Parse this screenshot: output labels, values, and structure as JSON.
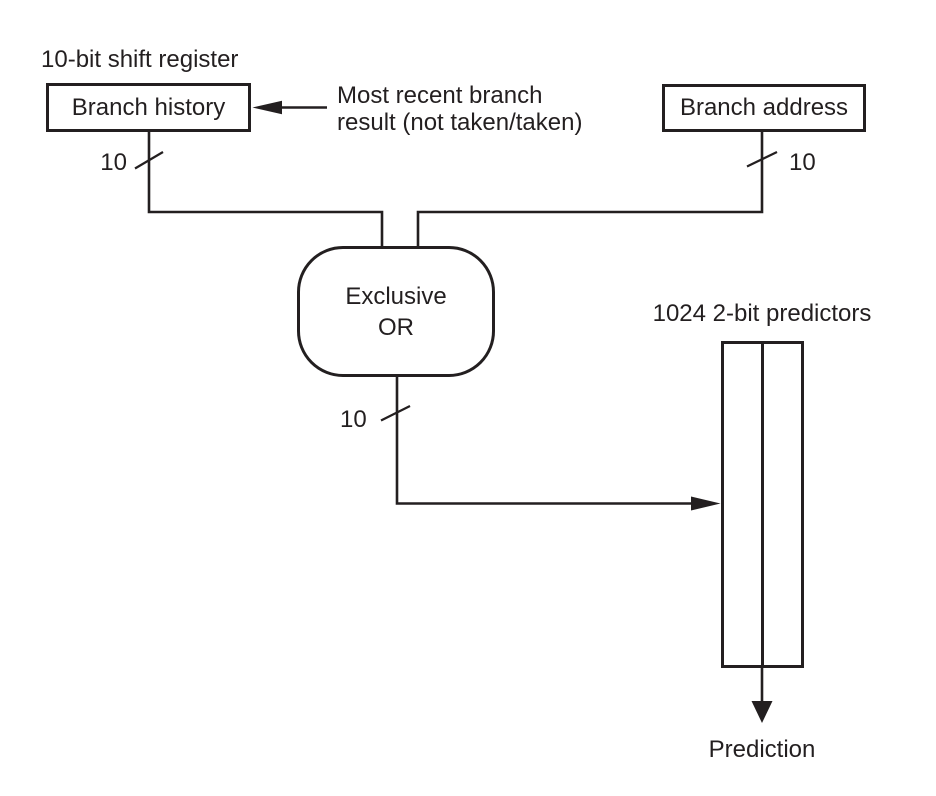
{
  "labels": {
    "shift_register": "10-bit shift register",
    "branch_history": "Branch history",
    "branch_address": "Branch address",
    "most_recent_line1": "Most recent branch",
    "most_recent_line2": "result (not taken/taken)",
    "xor_line1": "Exclusive",
    "xor_line2": "OR",
    "predictors": "1024 2-bit predictors",
    "prediction": "Prediction"
  },
  "bus_widths": {
    "branch_history": "10",
    "branch_address": "10",
    "xor_output": "10"
  },
  "colors": {
    "ink": "#231f20",
    "background": "#ffffff"
  }
}
